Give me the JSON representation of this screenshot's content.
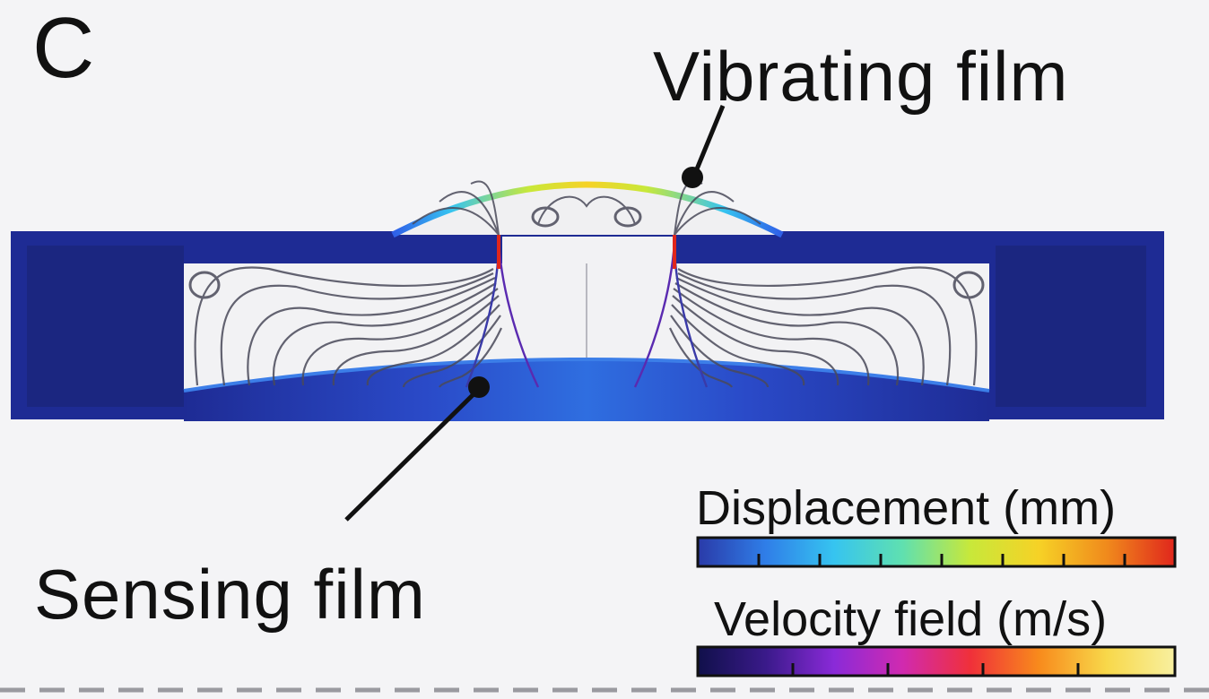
{
  "figure": {
    "panel_letter": "C",
    "vibrating_label": "Vibrating film",
    "sensing_label": "Sensing film"
  },
  "colorbars": {
    "displacement_title": "Displacement (mm)",
    "velocity_title": "Velocity field (m/s)",
    "displacement_stops": [
      "#2a3aa8",
      "#2f7ee8",
      "#36c4f0",
      "#5fe0b0",
      "#c8e83a",
      "#f6d226",
      "#f08a1c",
      "#e0261c"
    ],
    "velocity_stops": [
      "#10104a",
      "#3a1a8a",
      "#8a2ad8",
      "#d02ab0",
      "#f0303a",
      "#f88a1c",
      "#f8d84a",
      "#f8f0a0"
    ]
  },
  "colors": {
    "device_blue": "#1e2b94",
    "device_edge": "#2a38a8",
    "streamline": "#4a4a5a",
    "background": "#f4f4f6"
  }
}
